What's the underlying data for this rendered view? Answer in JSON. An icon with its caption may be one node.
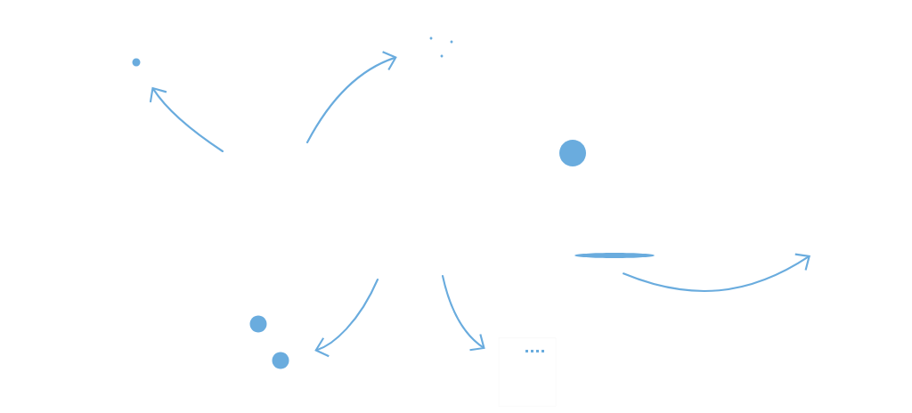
{
  "diagram": {
    "nodes": [
      {
        "text": [],
        "shape": "circle"
      },
      {
        "text": [],
        "shape": "picture"
      },
      {
        "text": [],
        "shape": "circle"
      },
      {
        "text": [],
        "shape": "ellipse"
      },
      {
        "text": [],
        "shape": "circle"
      },
      {
        "text": [],
        "shape": "circle"
      },
      {
        "text": [],
        "shape": "box"
      }
    ],
    "edges": [
      {
        "from": null,
        "to": 0,
        "arrow": "to"
      },
      {
        "from": null,
        "to": 1,
        "arrow": "to"
      },
      {
        "from": null,
        "to": 5,
        "arrow": "to"
      },
      {
        "from": null,
        "to": 6,
        "arrow": "to"
      },
      {
        "from": 3,
        "to": null,
        "arrow": "to"
      }
    ]
  }
}
